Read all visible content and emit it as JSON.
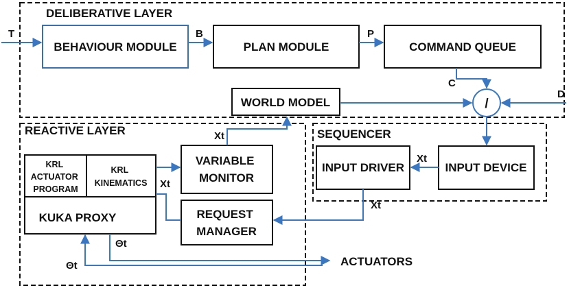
{
  "diagram": {
    "layers": {
      "deliberative": "DELIBERATIVE LAYER",
      "reactive": "REACTIVE LAYER",
      "sequencer": "SEQUENCER"
    },
    "modules": {
      "behaviour": "BEHAVIOUR MODULE",
      "plan": "PLAN MODULE",
      "command_queue": "COMMAND QUEUE",
      "world_model": "WORLD MODEL",
      "krl_actuator": [
        "KRL",
        "ACTUATOR",
        "PROGRAM"
      ],
      "krl_kinematics": [
        "KRL",
        "KINEMATICS"
      ],
      "kuka_proxy": "KUKA PROXY",
      "variable_monitor": [
        "VARIABLE",
        "MONITOR"
      ],
      "request_manager": [
        "REQUEST",
        "MANAGER"
      ],
      "input_driver": "INPUT DRIVER",
      "input_device": "INPUT DEVICE"
    },
    "operator": "/",
    "signals": {
      "t": "T",
      "b": "B",
      "p": "P",
      "c": "C",
      "d": "D",
      "xt_monitor_up": "Xt",
      "xt_kinematics": "Xt",
      "xt_device": "Xt",
      "xt_driver": "Xt",
      "theta_out": "Θt",
      "theta_in": "Θt",
      "actuators": "ACTUATORS"
    },
    "colors": {
      "connector": "#3b76c0",
      "box_border": "#111111",
      "box_border_blue": "#3a6fb0"
    }
  }
}
